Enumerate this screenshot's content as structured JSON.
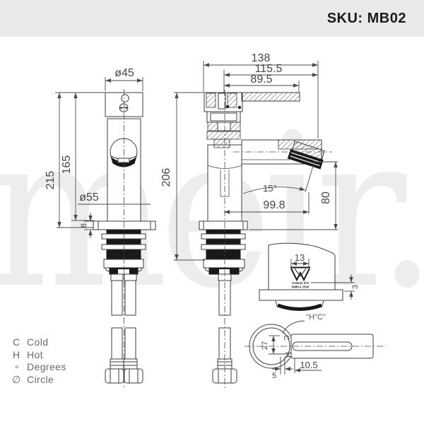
{
  "header": {
    "sku": "SKU: MB02"
  },
  "watermark": {
    "text": "meir."
  },
  "dims": {
    "front_top_diameter": "ø45",
    "front_base_diameter": "ø55",
    "front_total_height": "215",
    "front_body_height": "165",
    "front_plate_thickness": "8",
    "side_total_width": "138",
    "side_handle_width": "115.5",
    "side_lever_width": "89.5",
    "side_height": "206",
    "spout_angle": "15°",
    "spout_reach": "99.8",
    "spout_height": "80",
    "aerator_width": "13",
    "aerator_offset": "3",
    "handle_width": "27",
    "handle_offset": "5",
    "lever_thickness": "10.5"
  },
  "labels": {
    "hc": "\"H\"C\"",
    "hot": "H",
    "cold": "C"
  },
  "certification": {
    "line1": "AS4023 370",
    "line2": "WMKA 2500"
  },
  "legend": {
    "items": [
      {
        "symbol": "C",
        "label": "Cold"
      },
      {
        "symbol": "H",
        "label": "Hot"
      },
      {
        "symbol": "°",
        "label": "Degrees"
      },
      {
        "symbol": "∅",
        "label": "Circle"
      }
    ]
  }
}
